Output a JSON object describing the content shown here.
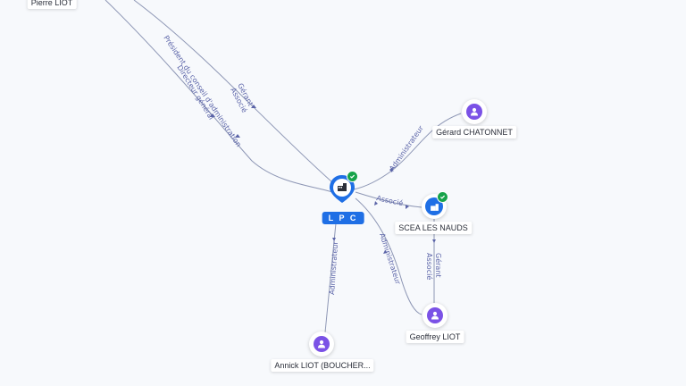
{
  "colors": {
    "person": "#7b52e6",
    "company": "#1f6fe5",
    "verified": "#17a34a",
    "edge": "#8e97b5",
    "edge_label": "#5b64a8"
  },
  "nodes": {
    "center": {
      "label": "L P C",
      "icon": "building-icon",
      "verified": true
    },
    "pierre": {
      "label": "Pierre LIOT",
      "icon": "person-icon"
    },
    "gerard": {
      "label": "Gérard CHATONNET",
      "icon": "person-icon"
    },
    "scea": {
      "label": "SCEA LES NAUDS",
      "icon": "building-icon",
      "verified": true
    },
    "geoffrey": {
      "label": "Geoffrey LIOT",
      "icon": "person-icon"
    },
    "annick": {
      "label": "Annick LIOT (BOUCHER...",
      "icon": "person-icon"
    }
  },
  "edges": {
    "pierre_1": "Gérant",
    "pierre_1b": "Associé",
    "pierre_2": "Président du conseil d'administration",
    "pierre_2b": "Directeur général",
    "gerard": "Administrateur",
    "scea": "Associé",
    "geoffrey": "Administrateur",
    "geoffrey_scea": "Gérant",
    "geoffrey_scea_b": "Associé",
    "annick": "Administrateur"
  }
}
